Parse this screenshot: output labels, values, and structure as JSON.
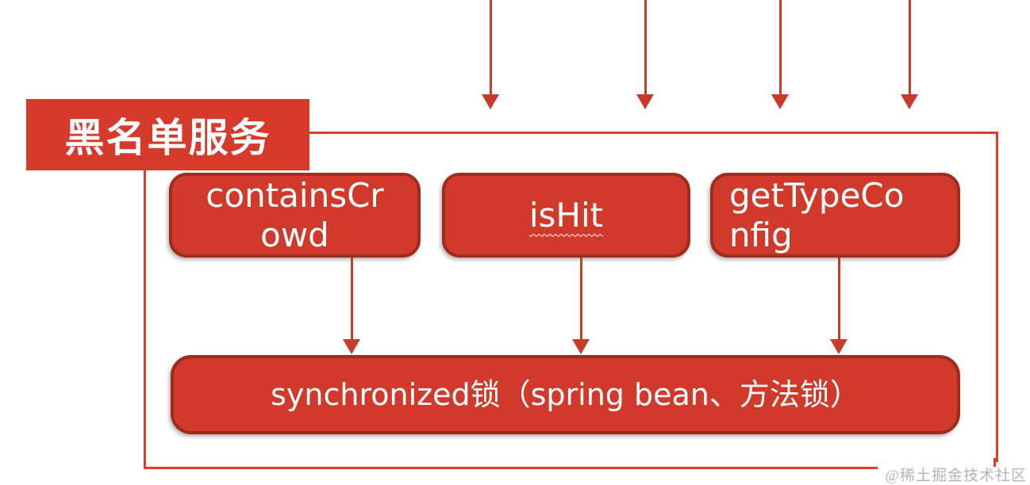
{
  "diagram": {
    "title": "黑名单服务",
    "methods": [
      {
        "id": "containsCrowd",
        "label": "containsCr\nowd"
      },
      {
        "id": "isHit",
        "label": "isHit"
      },
      {
        "id": "getTypeConfig",
        "label": "getTypeCo\nnfig"
      }
    ],
    "lock_label": "synchronized锁（spring bean、方法锁）",
    "watermark": "@稀土掘金技术社区",
    "colors": {
      "node_fill": "#d13a2a",
      "node_border": "#9e2b1c",
      "container_border": "#e13b2b",
      "arrow": "#c83b2b",
      "label_fill": "#d63a2a",
      "text": "#ffffff",
      "watermark_text": "#b3b3b3"
    }
  }
}
